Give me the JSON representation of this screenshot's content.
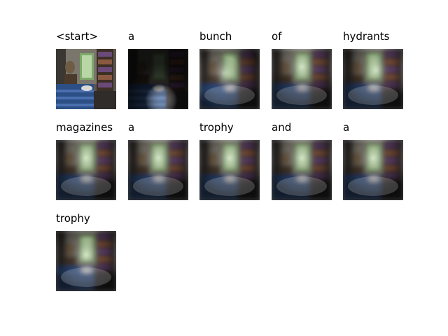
{
  "figure": {
    "frames": [
      {
        "word": "<start>",
        "variant": "original"
      },
      {
        "word": "a",
        "variant": "dark"
      },
      {
        "word": "bunch",
        "variant": "blur-center"
      },
      {
        "word": "of",
        "variant": "blur-window"
      },
      {
        "word": "hydrants",
        "variant": "blur-window-right"
      },
      {
        "word": "magazines",
        "variant": "blur-window"
      },
      {
        "word": "a",
        "variant": "blur-window"
      },
      {
        "word": "trophy",
        "variant": "blur-window"
      },
      {
        "word": "and",
        "variant": "blur-window"
      },
      {
        "word": "a",
        "variant": "blur-window"
      },
      {
        "word": "trophy",
        "variant": "blur-low"
      }
    ]
  }
}
